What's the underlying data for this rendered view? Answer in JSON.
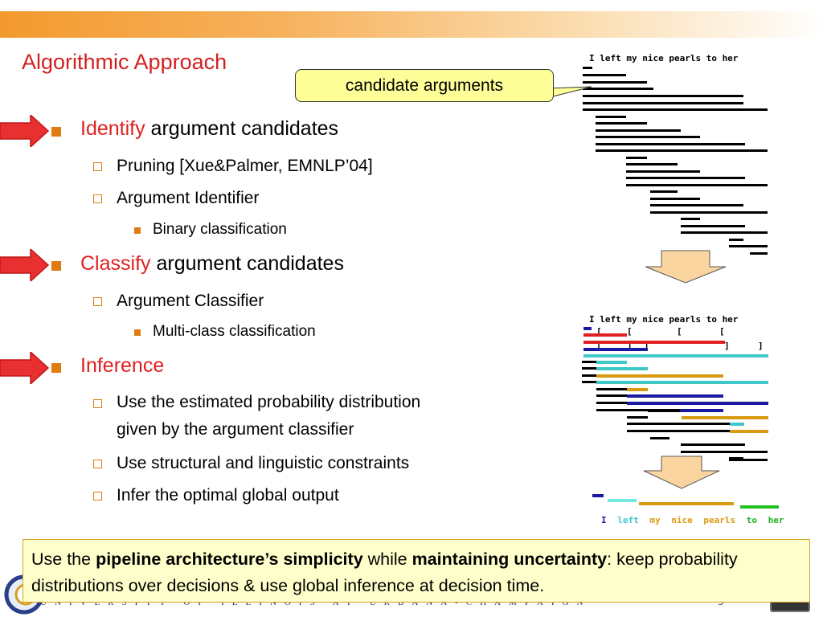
{
  "slide": {
    "title": "Algorithmic Approach",
    "callout": "candidate arguments",
    "bullets": {
      "identify": {
        "highlight": "Identify",
        "rest": " argument candidates"
      },
      "pruning": "Pruning  [Xue&Palmer, EMNLP’04]",
      "arg_identifier": "Argument Identifier",
      "binary": "Binary classification",
      "classify": {
        "highlight": "Classify",
        "rest": " argument candidates"
      },
      "arg_classifier": "Argument Classifier",
      "multiclass": "Multi-class classification",
      "inference": "Inference",
      "use_prob_1": "Use the estimated probability distribution",
      "use_prob_2": "given by the argument classifier",
      "constraints": "Use structural and linguistic constraints",
      "optimal": "Infer the optimal global output"
    },
    "figure": {
      "sentence": "I left my nice pearls to her",
      "bottom_words": [
        {
          "w": "I",
          "color": "#1a1aa0"
        },
        {
          "w": "left",
          "color": "#40c8c8"
        },
        {
          "w": "my",
          "color": "#d89a10"
        },
        {
          "w": "nice",
          "color": "#d89a10"
        },
        {
          "w": "pearls",
          "color": "#d89a10"
        },
        {
          "w": "to",
          "color": "#20b020"
        },
        {
          "w": "her",
          "color": "#20b020"
        }
      ],
      "brackets_open": "[",
      "brackets_close": "]"
    },
    "summary": {
      "p1": "Use the ",
      "b1": "pipeline architecture’s simplicity",
      "p2": " while ",
      "b2": "maintaining uncertainty",
      "p3": ":  keep probability distributions over decisions & use global inference at decision time."
    },
    "footer": {
      "university": "UNIVERSITY OF ILLINOIS AT URBANA-CHAMPAIGN",
      "page": "5"
    },
    "colors": {
      "accent": "#e02020",
      "bullet": "#e07b10",
      "callout_bg": "#ffff99",
      "summary_bg": "#ffffcc"
    }
  }
}
